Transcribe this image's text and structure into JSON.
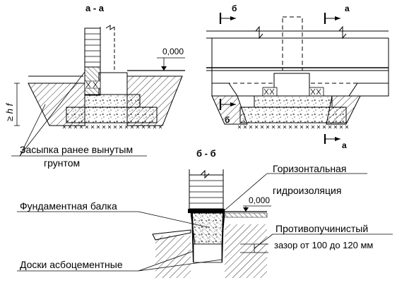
{
  "section_titles": {
    "aa": "а - а",
    "bb": "б - б"
  },
  "cut_marks": {
    "b_top": "б",
    "a_top": "а",
    "b_bottom": "б",
    "a_bottom": "а"
  },
  "elevations": {
    "top": "0,000",
    "bottom": "0,000"
  },
  "dimension": {
    "hf": "≥ h f"
  },
  "callouts": {
    "backfill_line1": "Засыпка ранее вынутым",
    "backfill_line2": "грунтом",
    "horiz_line1": "Горизонтальная",
    "horiz_line2": "гидроизоляция",
    "beam": "Фундаментная балка",
    "antiheave_line1": "Противопучинистый",
    "antiheave_line2": "зазор от 100 до 120 мм",
    "boards": "Доски асбоцементные"
  },
  "colors": {
    "ink": "#000000",
    "paper": "#ffffff",
    "hatch": "#000000"
  }
}
